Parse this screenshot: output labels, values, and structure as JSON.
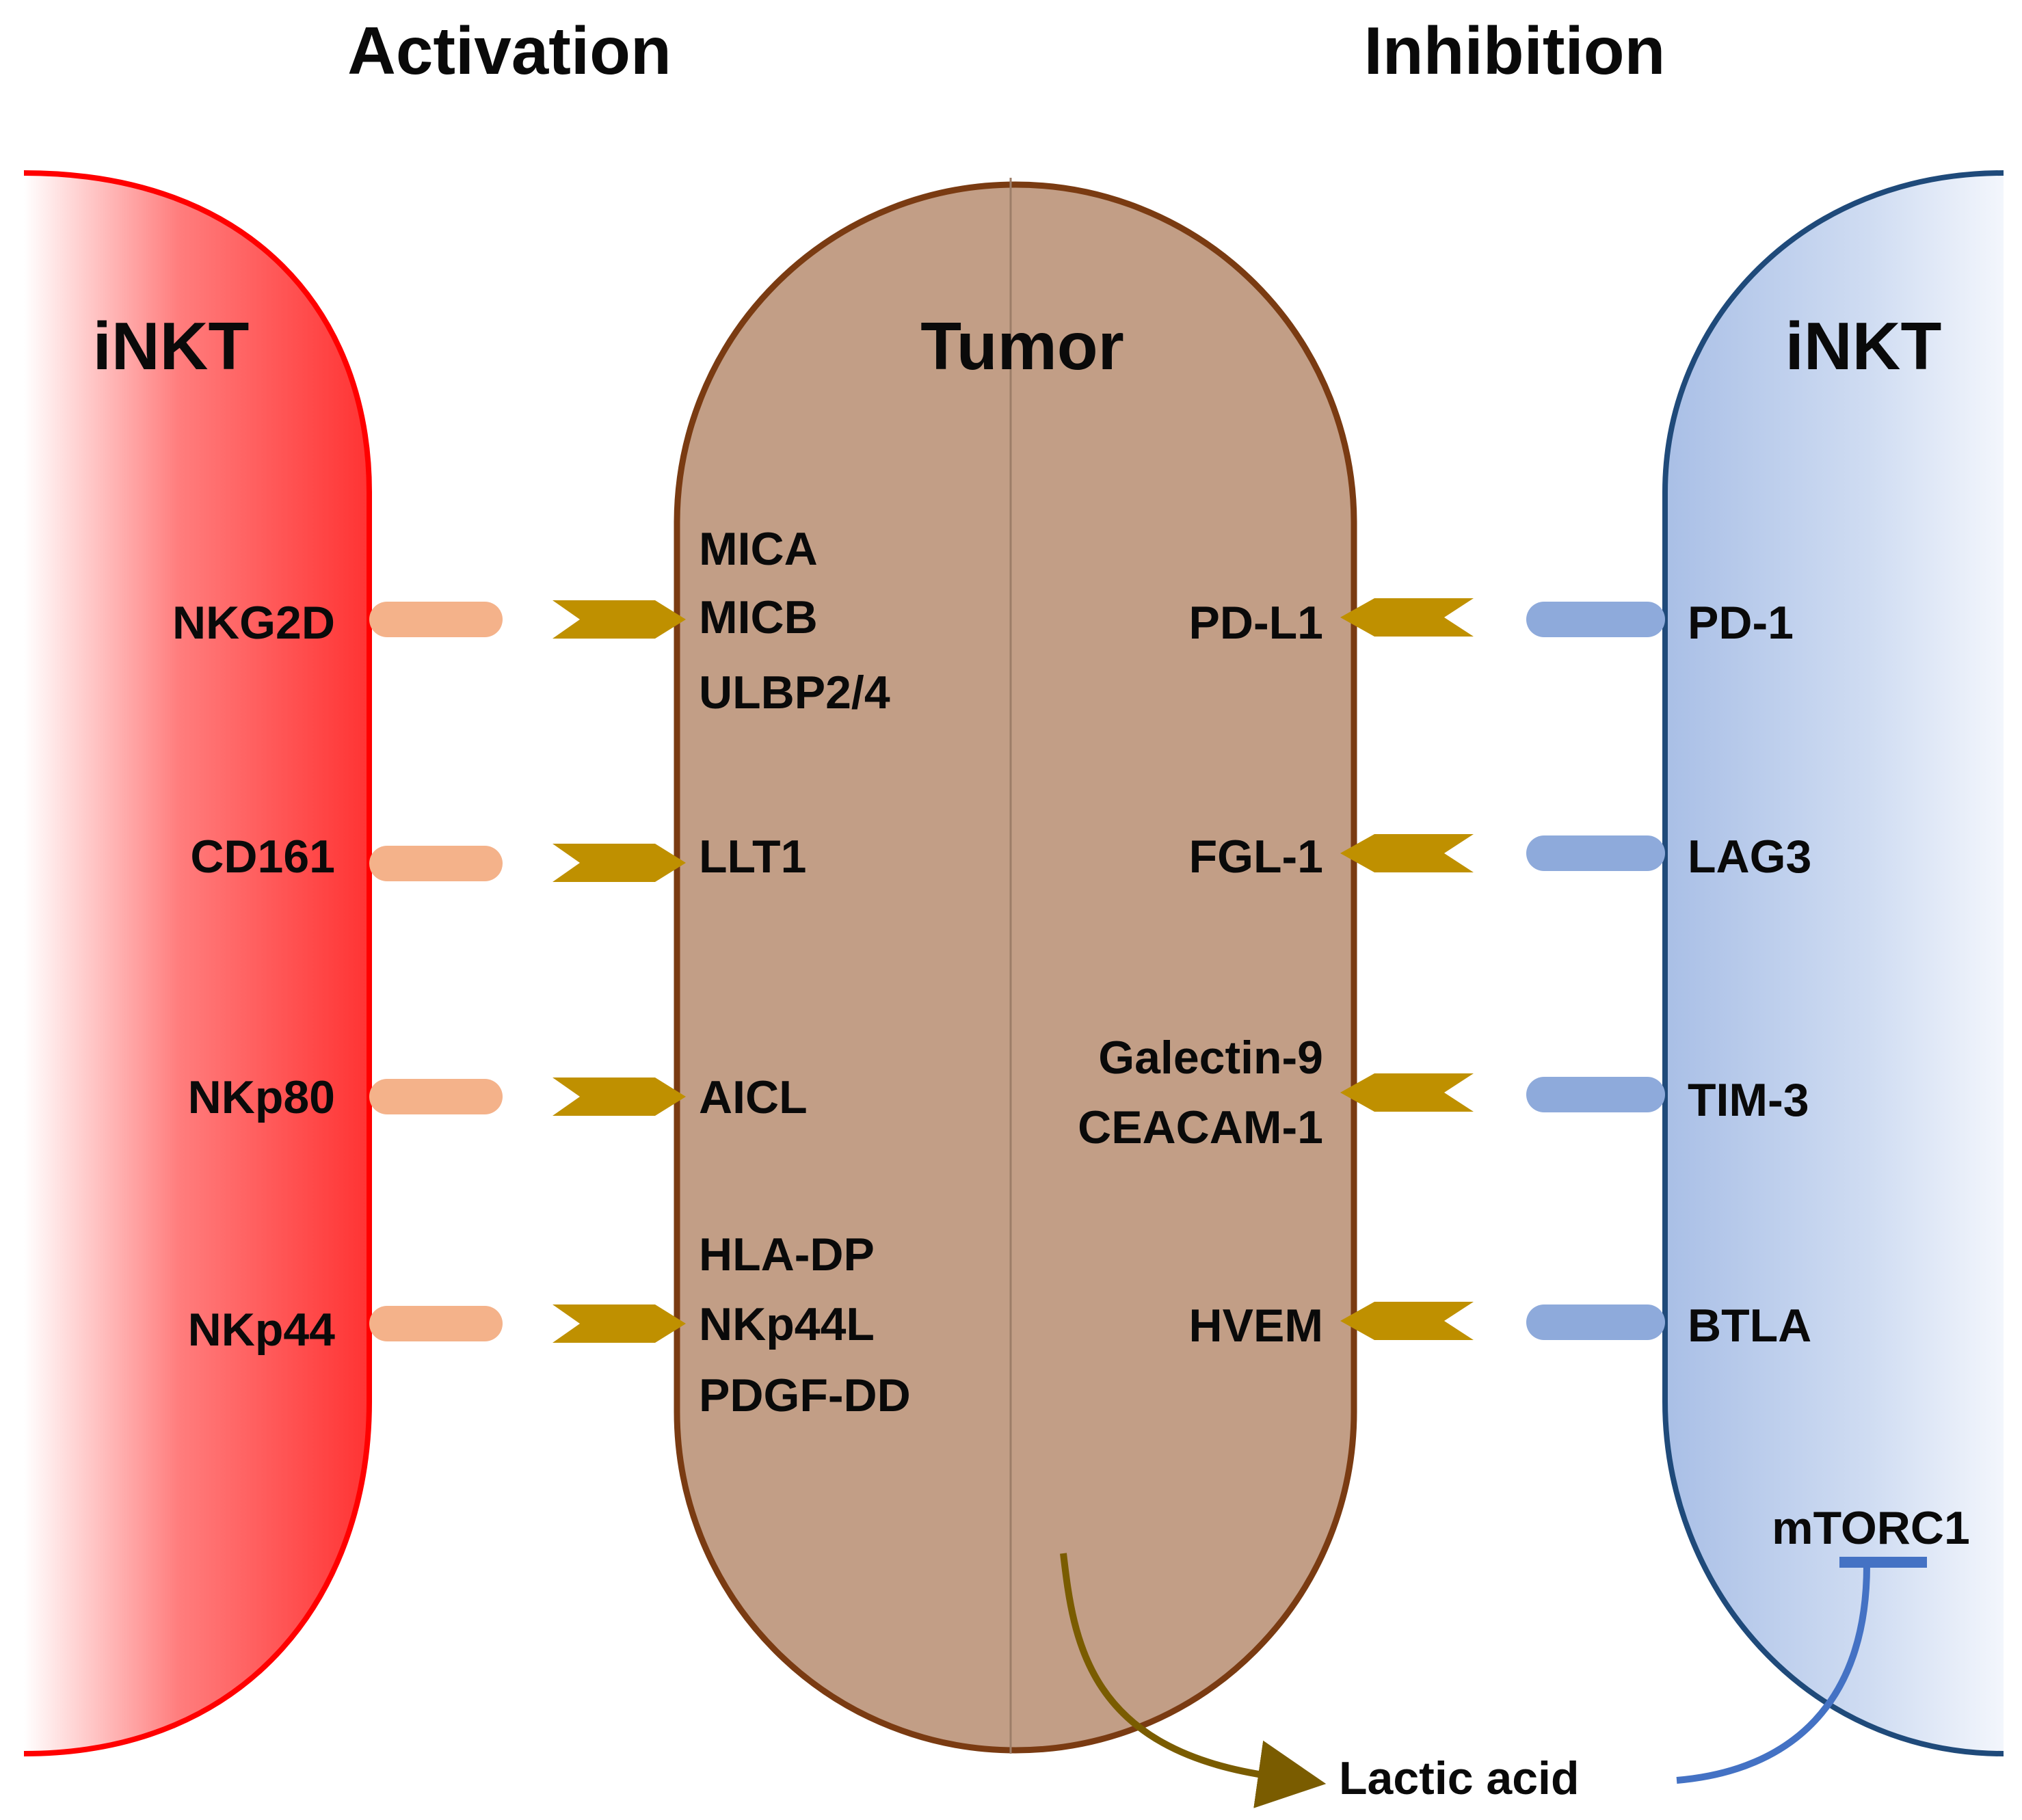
{
  "headers": {
    "activation": "Activation",
    "inhibition": "Inhibition"
  },
  "cells": {
    "left_inkt": "iNKT",
    "tumor": "Tumor",
    "right_inkt": "iNKT"
  },
  "activation_pairs": [
    {
      "receptor": "NKG2D",
      "ligands": [
        "MICA",
        "MICB",
        "ULBP2/4"
      ]
    },
    {
      "receptor": "CD161",
      "ligands": [
        "LLT1"
      ]
    },
    {
      "receptor": "NKp80",
      "ligands": [
        "AICL"
      ]
    },
    {
      "receptor": "NKp44",
      "ligands": [
        "HLA-DP",
        "NKp44L",
        "PDGF-DD"
      ]
    }
  ],
  "inhibition_pairs": [
    {
      "ligands": [
        "PD-L1"
      ],
      "receptor": "PD-1"
    },
    {
      "ligands": [
        "FGL-1"
      ],
      "receptor": "LAG3"
    },
    {
      "ligands": [
        "Galectin-9",
        "CEACAM-1"
      ],
      "receptor": "TIM-3"
    },
    {
      "ligands": [
        "HVEM"
      ],
      "receptor": "BTLA"
    }
  ],
  "metabolism": {
    "lactic_acid": "Lactic acid",
    "mtorc1": "mTORC1"
  },
  "colors": {
    "activation_cell": "#ff3333",
    "inhibition_cell": "#a9bfe6",
    "inhibition_border": "#1f4a7a",
    "tumor_fill": "#c29e86",
    "tumor_border": "#7a3b12",
    "ligand_arrow": "#bf9000",
    "activating_receptor": "#f4b28a",
    "inhibitory_receptor": "#8eaadb",
    "lactate_arrow": "#7a5c00",
    "inhibition_line": "#4472c4"
  }
}
